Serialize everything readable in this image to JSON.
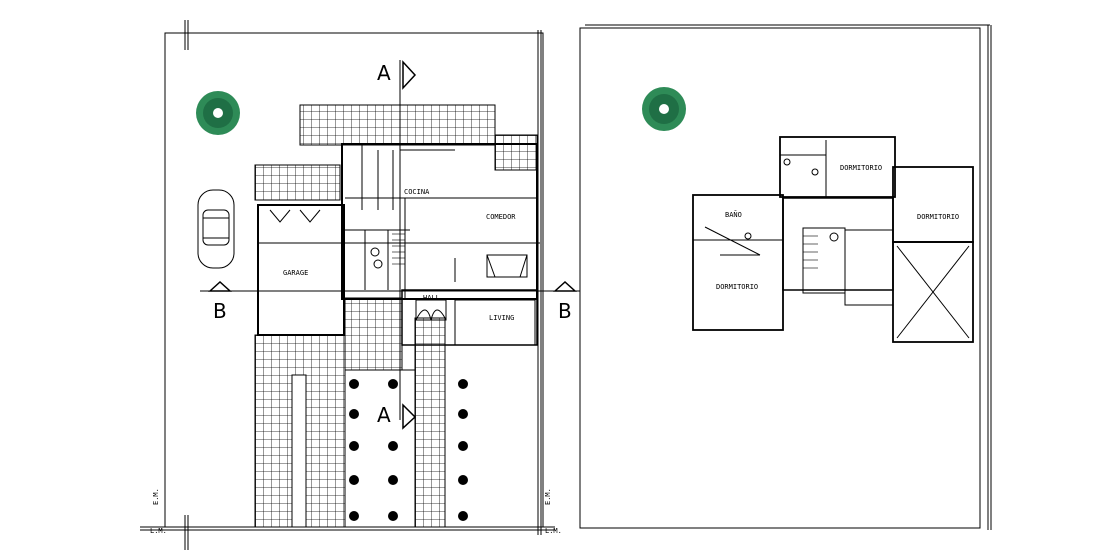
{
  "drawing": {
    "type": "architectural floor plan",
    "plans": [
      {
        "id": "ground-floor",
        "rooms": [
          "GARAGE",
          "COCINA",
          "COMEDOR",
          "HALL",
          "LIVING"
        ],
        "section_marks": [
          "A",
          "A",
          "B",
          "B"
        ]
      },
      {
        "id": "upper-floor",
        "rooms": [
          "DORMITORIO",
          "DORMITORIO",
          "DORMITORIO",
          "BAÑO"
        ]
      }
    ],
    "labels": {
      "garage": "GARAGE",
      "cocina": "COCINA",
      "comedor": "COMEDOR",
      "hall": "HALL",
      "living": "LIVING",
      "dorm_top": "DORMITORIO",
      "dorm_right": "DORMITORIO",
      "dorm_left": "DORMITORIO",
      "bano": "BAÑO",
      "section_a": "A",
      "section_b": "B",
      "lm": "L.M.",
      "em": "E.M."
    },
    "colors": {
      "line": "#000000",
      "tree": "#2e8b57",
      "background": "#ffffff"
    }
  }
}
